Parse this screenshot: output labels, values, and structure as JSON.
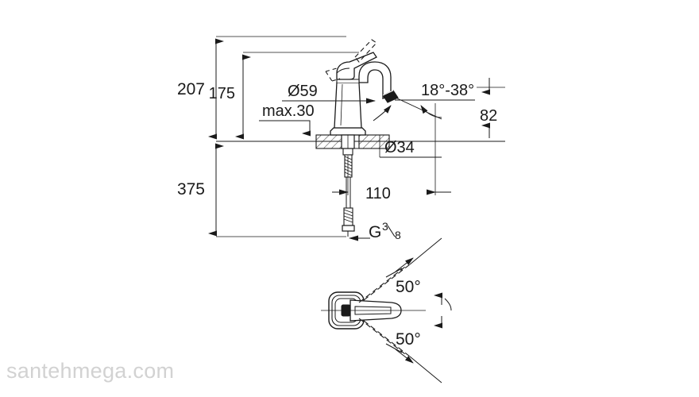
{
  "drawing": {
    "title": "Single-lever basin mixer technical dimension drawing",
    "background_color": "#ffffff",
    "line_color": "#1a1a1a",
    "units": "mm"
  },
  "dimensions": {
    "height_total": "207",
    "height_spout": "175",
    "deck_thickness_max": "max.30",
    "body_diameter": "Ø59",
    "shank_hole_diameter": "Ø34",
    "spout_angle": "18°-38°",
    "spout_height": "82",
    "supply_length": "375",
    "spout_reach": "110",
    "thread_label_main": "G",
    "thread_numerator": "3",
    "thread_denominator": "8",
    "swivel_angle_upper": "50°",
    "swivel_angle_lower": "50°"
  },
  "watermark": {
    "text": "santehmega.com",
    "color": "#d2d2d2"
  }
}
